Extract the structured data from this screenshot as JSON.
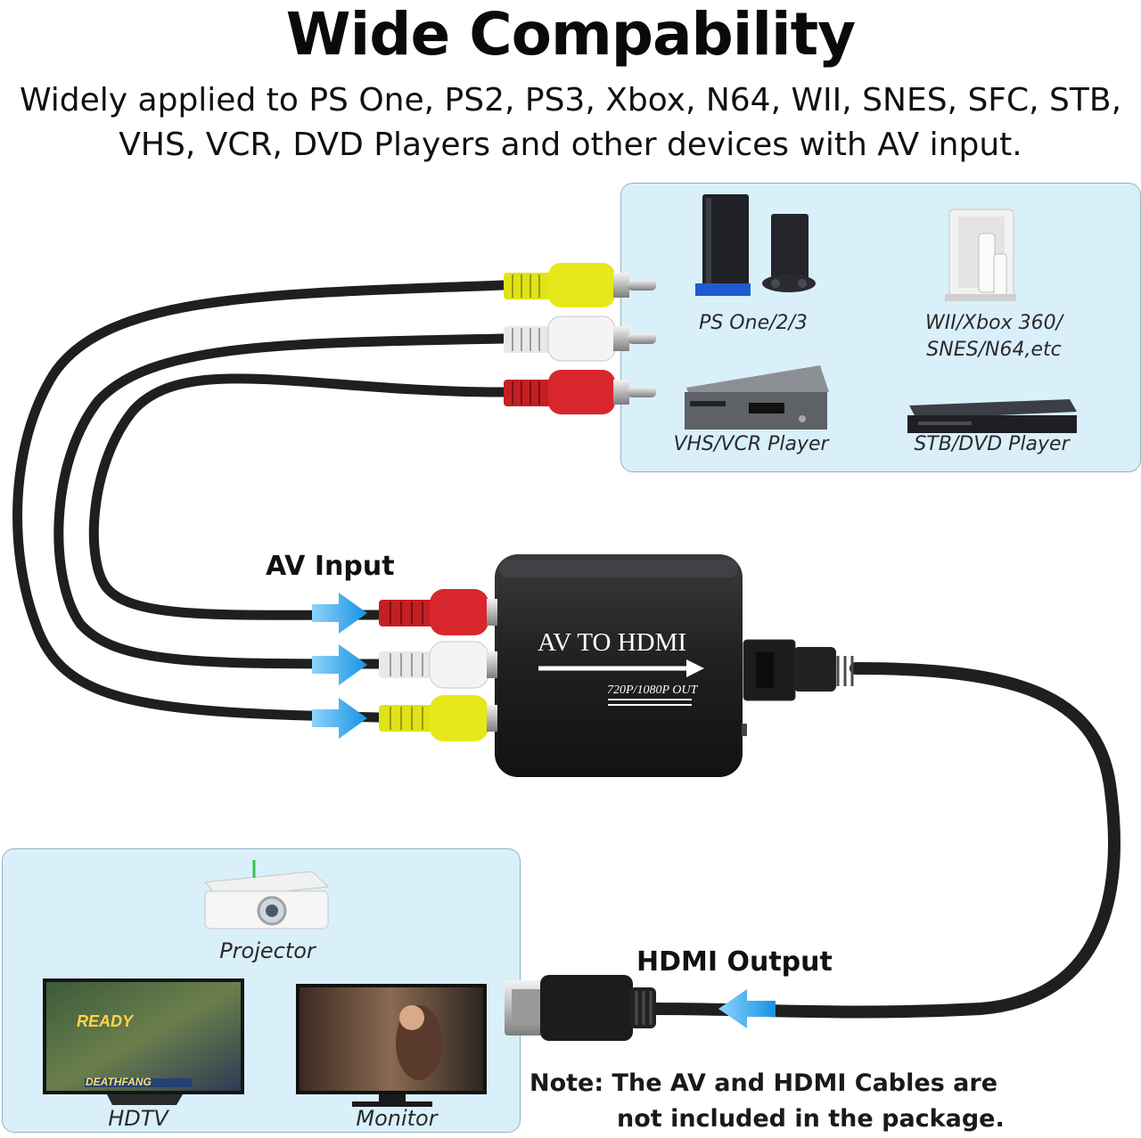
{
  "header": {
    "title": "Wide Compability",
    "subtitle_line1": "Widely applied to PS One, PS2, PS3, Xbox, N64, WII, SNES, SFC, STB,",
    "subtitle_line2": "VHS, VCR, DVD Players and other devices with AV input."
  },
  "input_devices": {
    "ps": "PS One/2/3",
    "wii_line1": "WII/Xbox 360/",
    "wii_line2": "SNES/N64,etc",
    "vhs": "VHS/VCR Player",
    "stb": "STB/DVD Player"
  },
  "converter": {
    "label": "AV TO HDMI",
    "resolution": "720P/1080P OUT"
  },
  "callouts": {
    "av_input": "AV Input",
    "hdmi_output": "HDMI Output"
  },
  "output_devices": {
    "projector": "Projector",
    "hdtv": "HDTV",
    "monitor": "Monitor",
    "game_ready": "READY",
    "game_brand": "DEATHFANG"
  },
  "note": {
    "line1": "Note: The AV and HDMI Cables are",
    "line2": "not included in the package."
  },
  "colors": {
    "rca_yellow": "#e6e81a",
    "rca_white": "#f2f2f2",
    "rca_red": "#d8262d",
    "arrow_blue": "#2aa8ee",
    "panel_bg": "#d9effa",
    "box_black": "#1c1c1e"
  }
}
